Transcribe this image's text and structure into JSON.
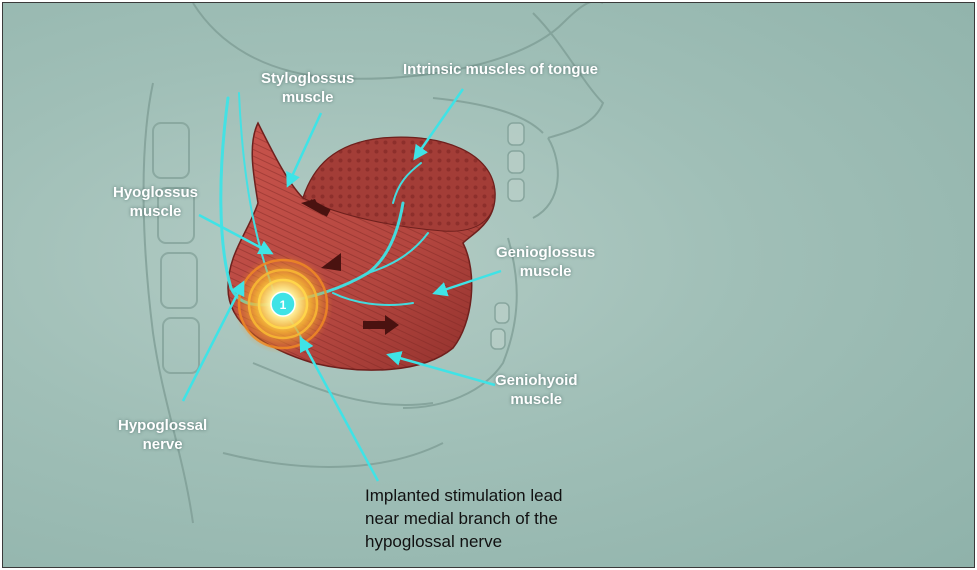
{
  "labels": {
    "styloglossus": {
      "line1": "Styloglossus",
      "line2": "muscle"
    },
    "intrinsic": "Intrinsic muscles of tongue",
    "hyoglossus": {
      "line1": "Hyoglossus",
      "line2": "muscle"
    },
    "genioglossus": {
      "line1": "Genioglossus",
      "line2": "muscle"
    },
    "geniohyoid": {
      "line1": "Geniohyoid",
      "line2": "muscle"
    },
    "hypoglossal": {
      "line1": "Hypoglossal",
      "line2": "nerve"
    }
  },
  "caption": {
    "line1": "Implanted stimulation lead",
    "line2": "near medial branch of the",
    "line3": "hypoglossal nerve"
  },
  "lead_marker": "1",
  "colors": {
    "background": "#a0bfb7",
    "muscle": "#b3463f",
    "nerve": "#3fe3e6",
    "label_text": "#ffffff",
    "caption_text": "#111111",
    "stimulation_glow": "#f7b733"
  }
}
